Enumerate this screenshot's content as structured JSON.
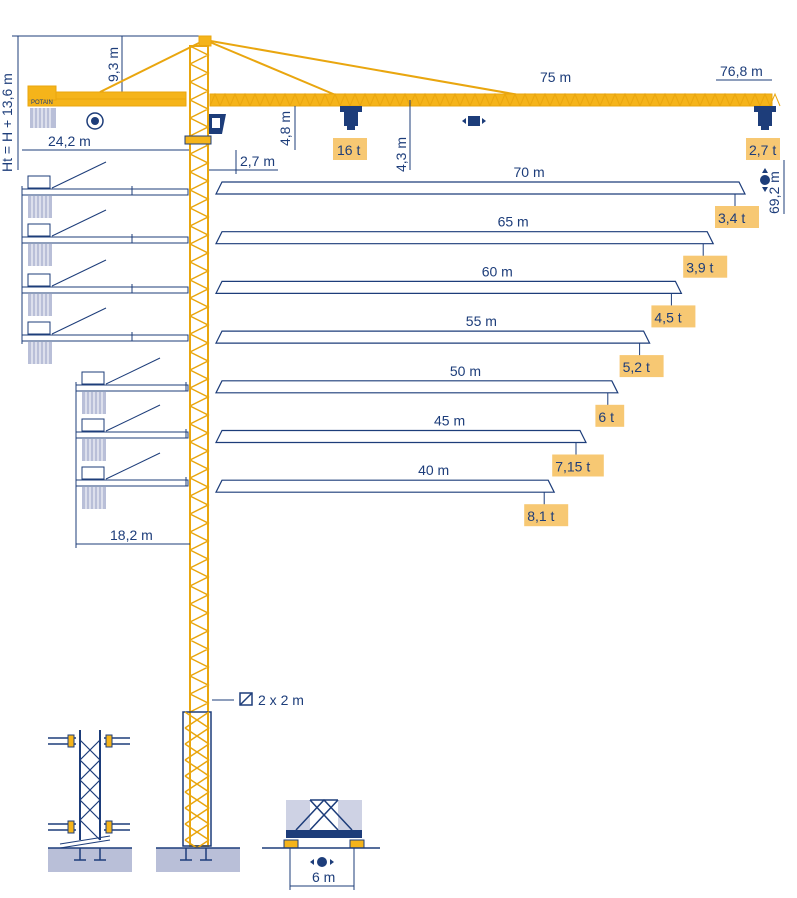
{
  "jib": {
    "length_label": "75 m",
    "tip_label": "76,8 m",
    "tip_load": "2,7 t"
  },
  "heights": {
    "ht_label": "Ht = H + 13,6 m",
    "apex_label": "9,3 m",
    "hook_label": "4,8 m",
    "trolley_label": "4,3 m",
    "tip_height_label": "69,2 m"
  },
  "counter_jib": {
    "label": "24,2 m",
    "brand": "POTAIN"
  },
  "pivot_offset": "2,7 m",
  "max_load": "16 t",
  "configurations": [
    {
      "length": "70 m",
      "load": "3,4 t"
    },
    {
      "length": "65 m",
      "load": "3,9 t"
    },
    {
      "length": "60 m",
      "load": "4,5 t"
    },
    {
      "length": "55 m",
      "load": "5,2 t"
    },
    {
      "length": "50 m",
      "load": "6 t"
    },
    {
      "length": "45 m",
      "load": "7,15 t"
    },
    {
      "length": "40 m",
      "load": "8,1 t"
    }
  ],
  "short_counter_jib": "18,2 m",
  "mast_section": "2 x 2 m",
  "base_width": "6 m",
  "icons": [
    "rotation-icon",
    "trolley-travel-icon",
    "travel-arrows-icon",
    "hook-block-icon"
  ]
}
